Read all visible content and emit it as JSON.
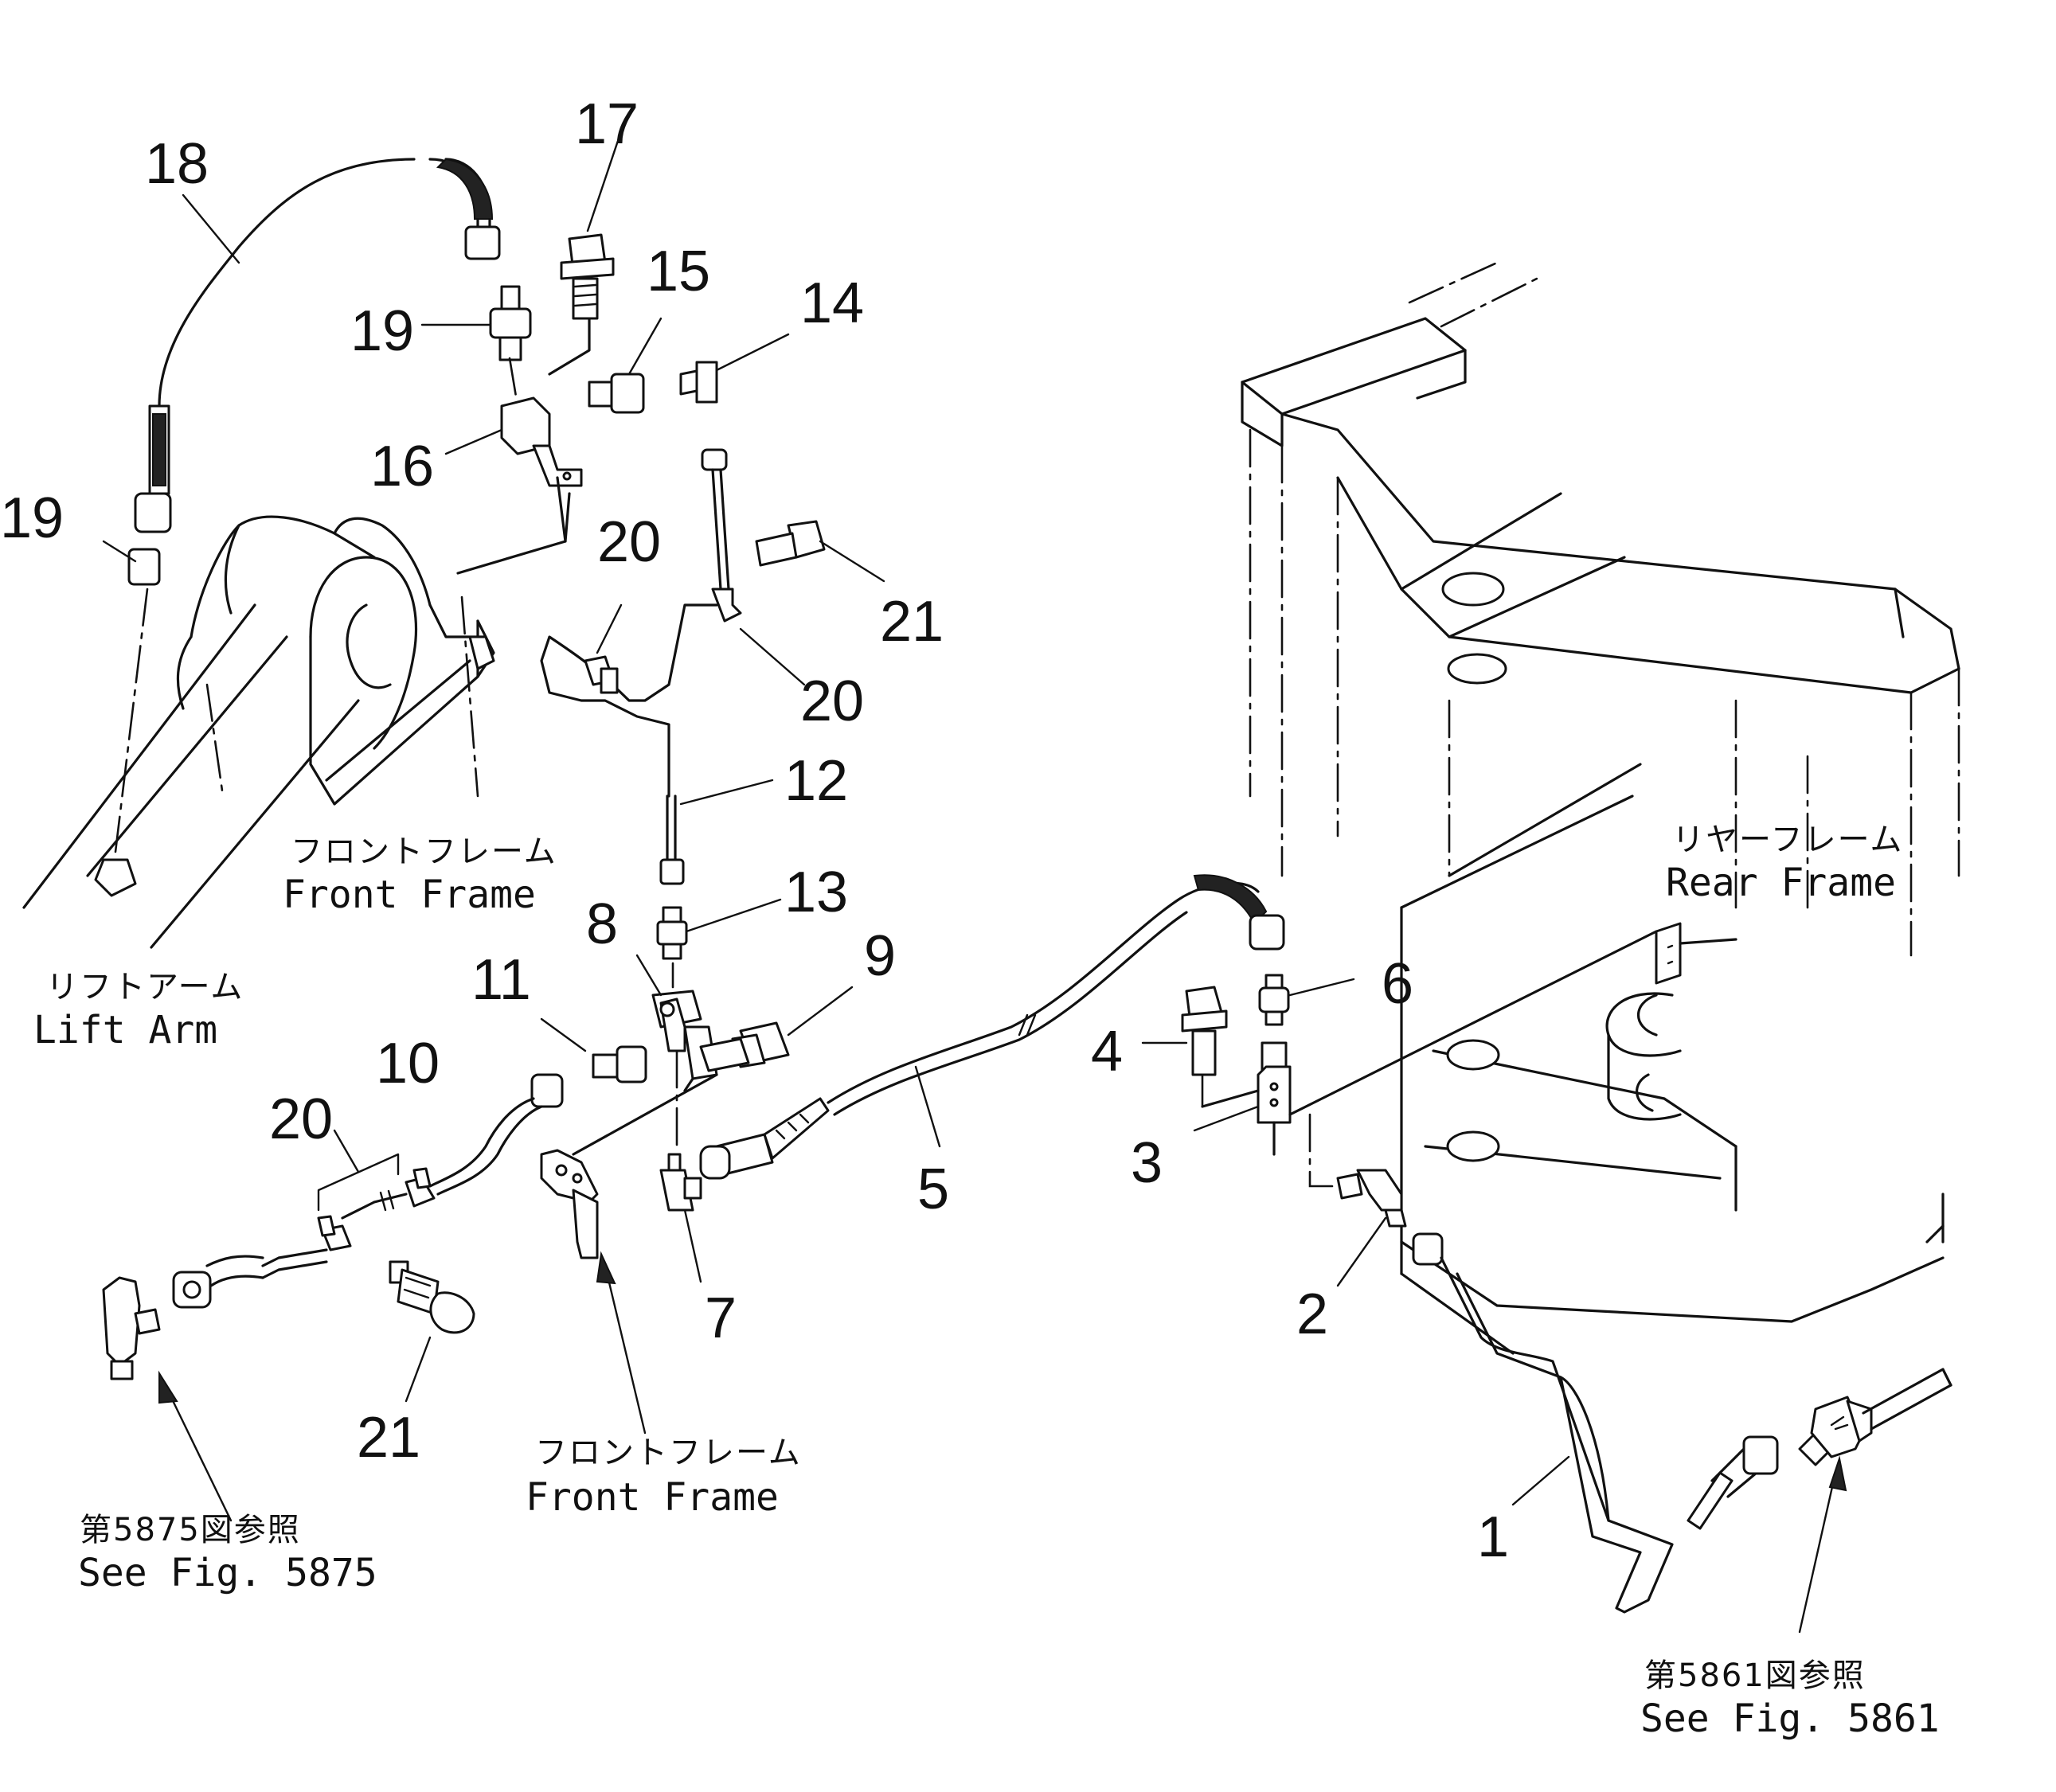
{
  "callouts": [
    {
      "id": "n1",
      "text": "1"
    },
    {
      "id": "n2",
      "text": "2"
    },
    {
      "id": "n3",
      "text": "3"
    },
    {
      "id": "n4",
      "text": "4"
    },
    {
      "id": "n5",
      "text": "5"
    },
    {
      "id": "n6",
      "text": "6"
    },
    {
      "id": "n7",
      "text": "7"
    },
    {
      "id": "n8",
      "text": "8"
    },
    {
      "id": "n9",
      "text": "9"
    },
    {
      "id": "n10",
      "text": "10"
    },
    {
      "id": "n11",
      "text": "11"
    },
    {
      "id": "n12",
      "text": "12"
    },
    {
      "id": "n13",
      "text": "13"
    },
    {
      "id": "n14",
      "text": "14"
    },
    {
      "id": "n15",
      "text": "15"
    },
    {
      "id": "n16",
      "text": "16"
    },
    {
      "id": "n17",
      "text": "17"
    },
    {
      "id": "n18",
      "text": "18"
    },
    {
      "id": "n19a",
      "text": "19"
    },
    {
      "id": "n19b",
      "text": "19"
    },
    {
      "id": "n20a",
      "text": "20"
    },
    {
      "id": "n20b",
      "text": "20"
    },
    {
      "id": "n20c",
      "text": "20"
    },
    {
      "id": "n21a",
      "text": "21"
    },
    {
      "id": "n21b",
      "text": "21"
    }
  ],
  "labels": {
    "front_frame_top_jp": "フロントフレーム",
    "front_frame_top_en": "Front  Frame",
    "lift_arm_jp": "リフトアーム",
    "lift_arm_en": "Lift  Arm",
    "rear_frame_jp": "リヤーフレーム",
    "rear_frame_en": "Rear  Frame",
    "front_frame_bottom_jp": "フロントフレーム",
    "front_frame_bottom_en": "Front  Frame",
    "see_5875_jp": "第5875図参照",
    "see_5875_en": "See  Fig. 5875",
    "see_5861_jp": "第5861図参照",
    "see_5861_en": "See  Fig. 5861"
  }
}
